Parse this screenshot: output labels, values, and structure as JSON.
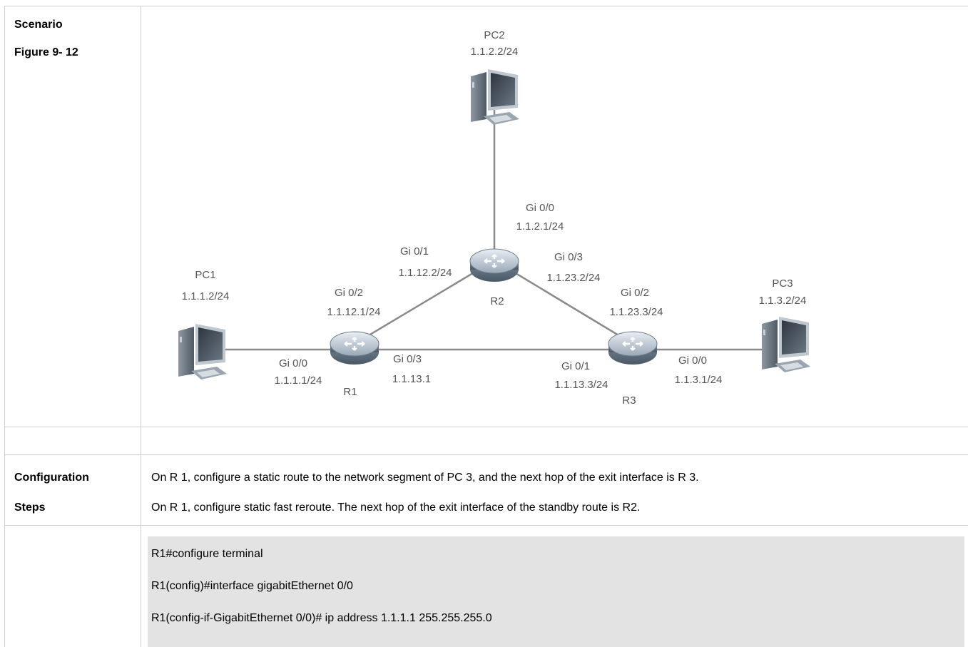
{
  "scenario": {
    "label": "Scenario",
    "figure_label": "Figure 9- 12"
  },
  "diagram": {
    "pc2": {
      "name": "PC2",
      "ip": "1.1.2.2/24"
    },
    "pc1": {
      "name": "PC1",
      "ip": "1.1.1.2/24"
    },
    "pc3": {
      "name": "PC3",
      "ip": "1.1.3.2/24"
    },
    "r1": {
      "name": "R1"
    },
    "r2": {
      "name": "R2"
    },
    "r3": {
      "name": "R3"
    },
    "r2_gi00": {
      "port": "Gi 0/0",
      "ip": "1.1.2.1/24"
    },
    "r2_gi01": {
      "port": "Gi 0/1",
      "ip": "1.1.12.2/24"
    },
    "r2_gi03": {
      "port": "Gi 0/3",
      "ip": "1.1.23.2/24"
    },
    "r1_gi02": {
      "port": "Gi 0/2",
      "ip": "1.1.12.1/24"
    },
    "r1_gi00": {
      "port": "Gi 0/0",
      "ip": "1.1.1.1/24"
    },
    "r1_gi03": {
      "port": "Gi 0/3",
      "ip": "1.1.13.1"
    },
    "r3_gi02": {
      "port": "Gi 0/2",
      "ip": "1.1.23.3/24"
    },
    "r3_gi01": {
      "port": "Gi 0/1",
      "ip": "1.1.13.3/24"
    },
    "r3_gi00": {
      "port": "Gi 0/0",
      "ip": "1.1.3.1/24"
    }
  },
  "config_steps": {
    "label_line1": "Configuration",
    "label_line2": "Steps",
    "step1": "On R 1, configure a static route to the network segment of PC 3, and the next hop of the exit interface is R 3.",
    "step2": "On R 1, configure static fast reroute. The next hop of the exit interface of the standby route is R2."
  },
  "code": {
    "line1": "R1#configure terminal",
    "line2": "R1(config)#interface gigabitEthernet 0/0",
    "line3": "R1(config-if-GigabitEthernet 0/0)# ip address 1.1.1.1 255.255.255.0"
  }
}
